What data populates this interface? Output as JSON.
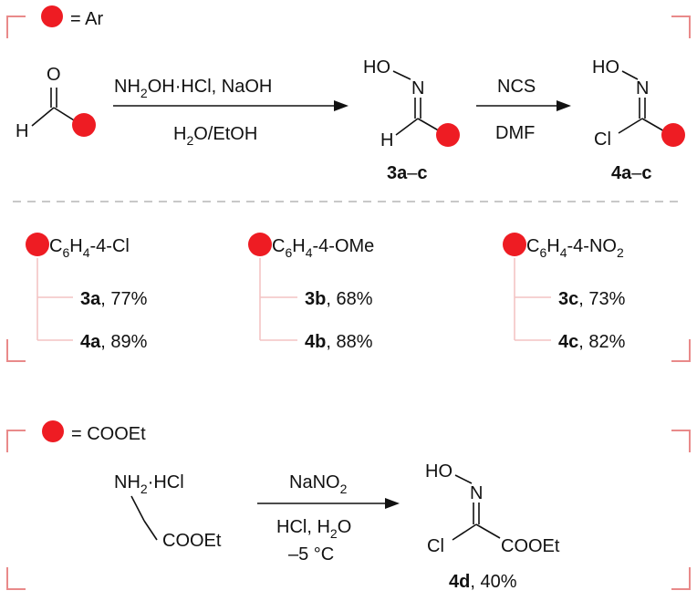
{
  "palette": {
    "dot": "#ee1c23",
    "bracket": "#e98a8a",
    "tree": "#f4c4c4",
    "separator": "#c8c8c8"
  },
  "top": {
    "legend": "= Ar",
    "step1": {
      "above_1": "NH",
      "above_sub": "2",
      "above_2": "OH·HCl, NaOH",
      "below_1": "H",
      "below_sub": "2",
      "below_2": "O/EtOH"
    },
    "step2": {
      "above": "NCS",
      "below": "DMF"
    },
    "aldehyde": {
      "o": "O",
      "h": "H"
    },
    "oxime": {
      "ho": "HO",
      "n": "N",
      "h": "H",
      "code_1": "3a",
      "code_dash": "–",
      "code_2": "c"
    },
    "chloride": {
      "ho": "HO",
      "n": "N",
      "cl": "Cl",
      "code_1": "4a",
      "code_dash": "–",
      "code_2": "c"
    }
  },
  "substituents": [
    {
      "p1": "C",
      "s1": "6",
      "p2": "H",
      "s2": "4",
      "p3": "-4-Cl",
      "s3": "",
      "r1_code": "3a",
      "r1_yield": ", 77%",
      "r2_code": "4a",
      "r2_yield": ", 89%"
    },
    {
      "p1": "C",
      "s1": "6",
      "p2": "H",
      "s2": "4",
      "p3": "-4-OMe",
      "s3": "",
      "r1_code": "3b",
      "r1_yield": ", 68%",
      "r2_code": "4b",
      "r2_yield": ", 88%"
    },
    {
      "p1": "C",
      "s1": "6",
      "p2": "H",
      "s2": "4",
      "p3": "-4-NO",
      "s3": "2",
      "r1_code": "3c",
      "r1_yield": ", 73%",
      "r2_code": "4c",
      "r2_yield": ", 82%"
    }
  ],
  "bottom": {
    "legend": "= COOEt",
    "reagent": {
      "l1_1": "NH",
      "l1_sub": "2",
      "l1_2": "·HCl",
      "l2": "COOEt"
    },
    "conditions": {
      "above_1": "NaNO",
      "above_sub": "2",
      "below1_1": "HCl, H",
      "below1_sub": "2",
      "below1_2": "O",
      "below2": "–5 °C"
    },
    "product": {
      "ho": "HO",
      "n": "N",
      "cl": "Cl",
      "coo": "COOEt",
      "code": "4d",
      "yield": ", 40%"
    }
  }
}
